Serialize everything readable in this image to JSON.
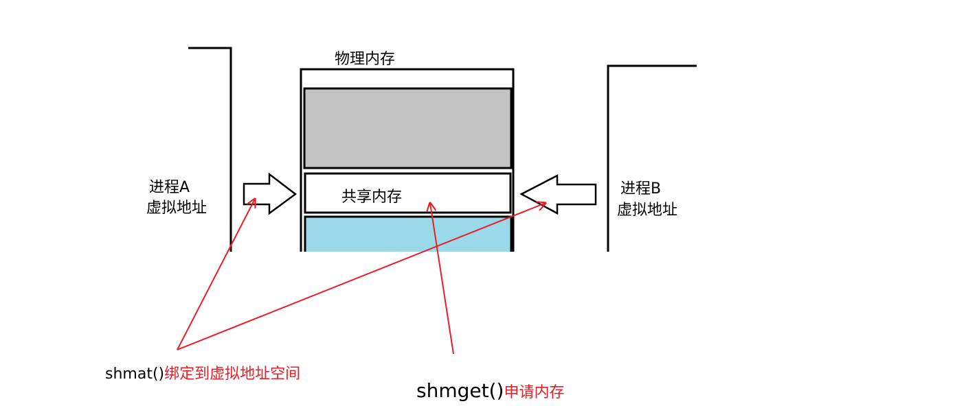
{
  "physical_memory": {
    "label": "物理内存",
    "shared_label": "共享内存"
  },
  "process_a": {
    "name": "进程A",
    "space": "虚拟地址"
  },
  "process_b": {
    "name": "进程B",
    "space": "虚拟地址"
  },
  "shmat": {
    "func": "shmat()",
    "desc": "绑定到虚拟地址空间"
  },
  "shmget": {
    "func": "shmget()",
    "desc": "申请内存"
  },
  "colors": {
    "gray_block": "#c3c3c3",
    "blue_block": "#99d9ea",
    "annotation": "#ed1c24"
  }
}
